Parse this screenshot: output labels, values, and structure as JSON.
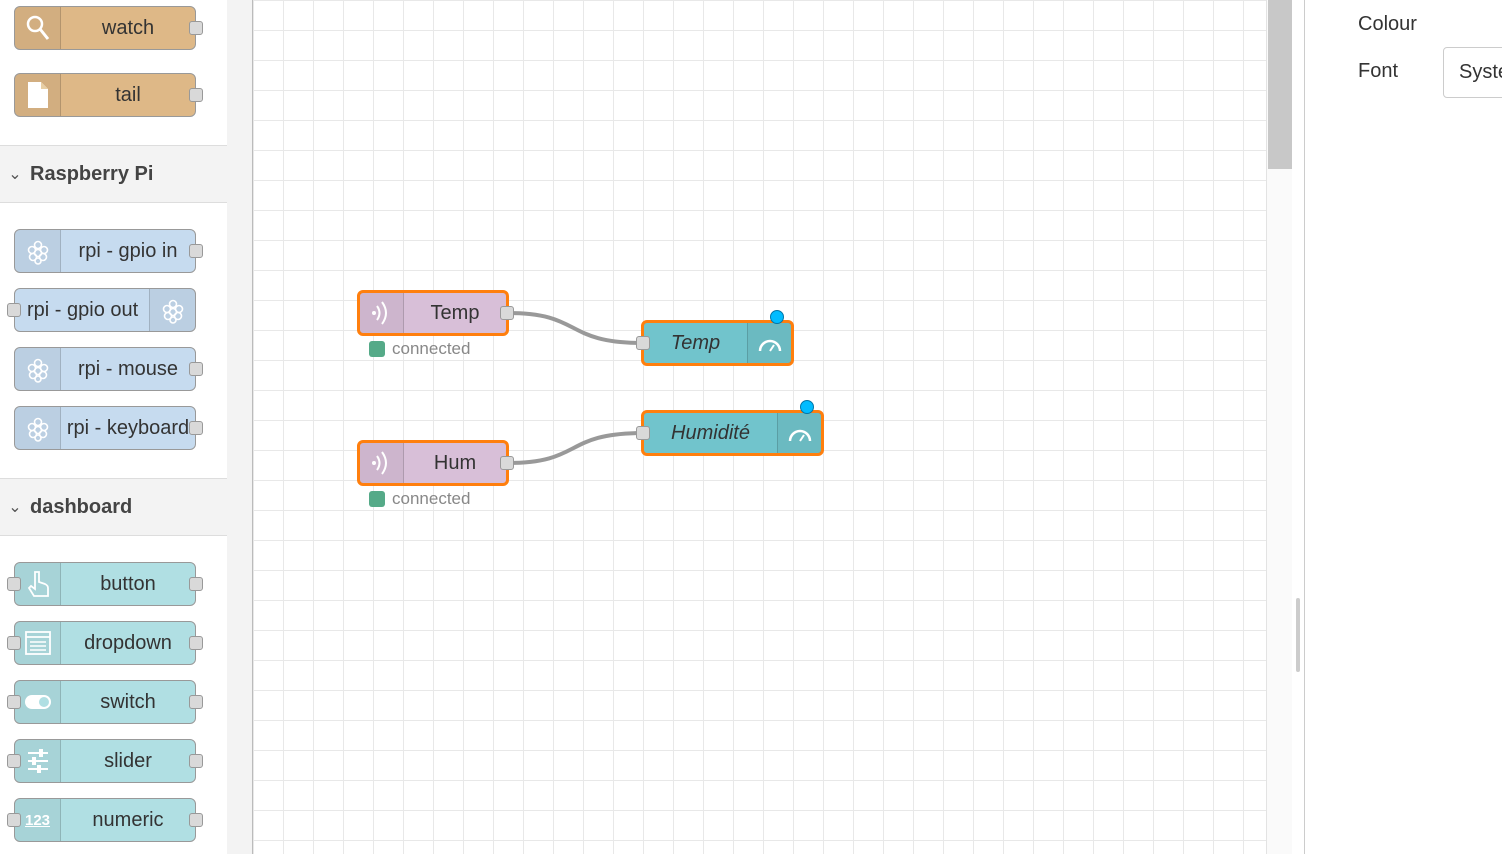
{
  "palette": {
    "storage_nodes": [
      {
        "label": "watch",
        "icon": "search-icon",
        "color": "#deb887"
      },
      {
        "label": "tail",
        "icon": "file-icon",
        "color": "#deb887"
      }
    ],
    "raspberry_pi": {
      "title": "Raspberry Pi",
      "nodes": [
        {
          "label": "rpi - gpio in",
          "icon": "raspberry-icon",
          "color": "#c6dbef"
        },
        {
          "label": "rpi - gpio out",
          "icon": "raspberry-icon",
          "color": "#c6dbef"
        },
        {
          "label": "rpi - mouse",
          "icon": "raspberry-icon",
          "color": "#c6dbef"
        },
        {
          "label": "rpi - keyboard",
          "icon": "raspberry-icon",
          "color": "#c6dbef"
        }
      ]
    },
    "dashboard": {
      "title": "dashboard",
      "nodes": [
        {
          "label": "button",
          "icon": "pointer-icon",
          "color": "#b0dfe3"
        },
        {
          "label": "dropdown",
          "icon": "list-icon",
          "color": "#b0dfe3"
        },
        {
          "label": "switch",
          "icon": "toggle-icon",
          "color": "#b0dfe3"
        },
        {
          "label": "slider",
          "icon": "sliders-icon",
          "color": "#b0dfe3"
        },
        {
          "label": "numeric",
          "icon": "numeric-icon",
          "color": "#b0dfe3",
          "icon_text": "123"
        }
      ]
    }
  },
  "flow": {
    "nodes": [
      {
        "id": "mqtt-temp",
        "label": "Temp",
        "type": "mqtt in",
        "color": "#d8bfd8",
        "status": "connected"
      },
      {
        "id": "gauge-temp",
        "label": "Temp",
        "type": "gauge",
        "color": "#71c4cc"
      },
      {
        "id": "mqtt-hum",
        "label": "Hum",
        "type": "mqtt in",
        "color": "#d8bfd8",
        "status": "connected"
      },
      {
        "id": "gauge-hum",
        "label": "Humidité",
        "type": "gauge",
        "color": "#71c4cc"
      }
    ],
    "accent": "#ff7f0e",
    "status_color": "#55aa88"
  },
  "sidebar": {
    "colour_label": "Colour",
    "font_label": "Font",
    "font_value": "System Font"
  }
}
